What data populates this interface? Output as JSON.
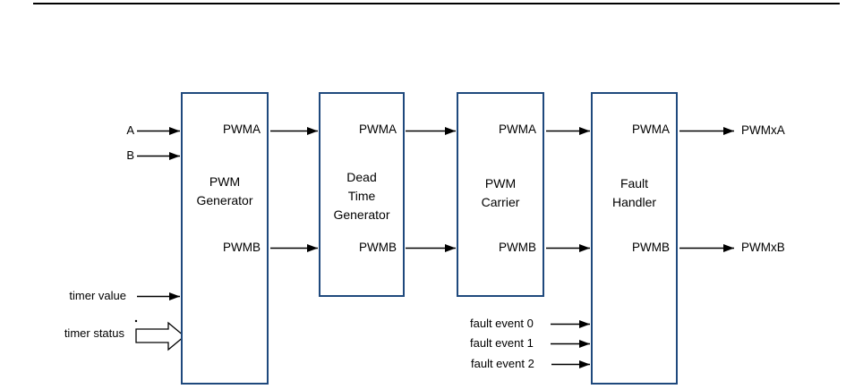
{
  "blocks": [
    {
      "name": "pwm-generator",
      "title_lines": [
        "PWM",
        "Generator"
      ],
      "port_a": "PWMA",
      "port_b": "PWMB"
    },
    {
      "name": "dead-time-generator",
      "title_lines": [
        "Dead",
        "Time",
        "Generator"
      ],
      "port_a": "PWMA",
      "port_b": "PWMB"
    },
    {
      "name": "pwm-carrier",
      "title_lines": [
        "PWM",
        "Carrier"
      ],
      "port_a": "PWMA",
      "port_b": "PWMB"
    },
    {
      "name": "fault-handler",
      "title_lines": [
        "Fault",
        "Handler"
      ],
      "port_a": "PWMA",
      "port_b": "PWMB"
    }
  ],
  "inputs": {
    "a": "A",
    "b": "B",
    "timer_value": "timer value",
    "timer_status": "timer status",
    "fault_events": [
      "fault event 0",
      "fault event 1",
      "fault event 2"
    ]
  },
  "outputs": {
    "pwmxa": "PWMxA",
    "pwmxb": "PWMxB"
  },
  "colors": {
    "block_border": "#1F497D",
    "wire": "#000000",
    "text": "#000000",
    "background": "#FFFFFF"
  }
}
